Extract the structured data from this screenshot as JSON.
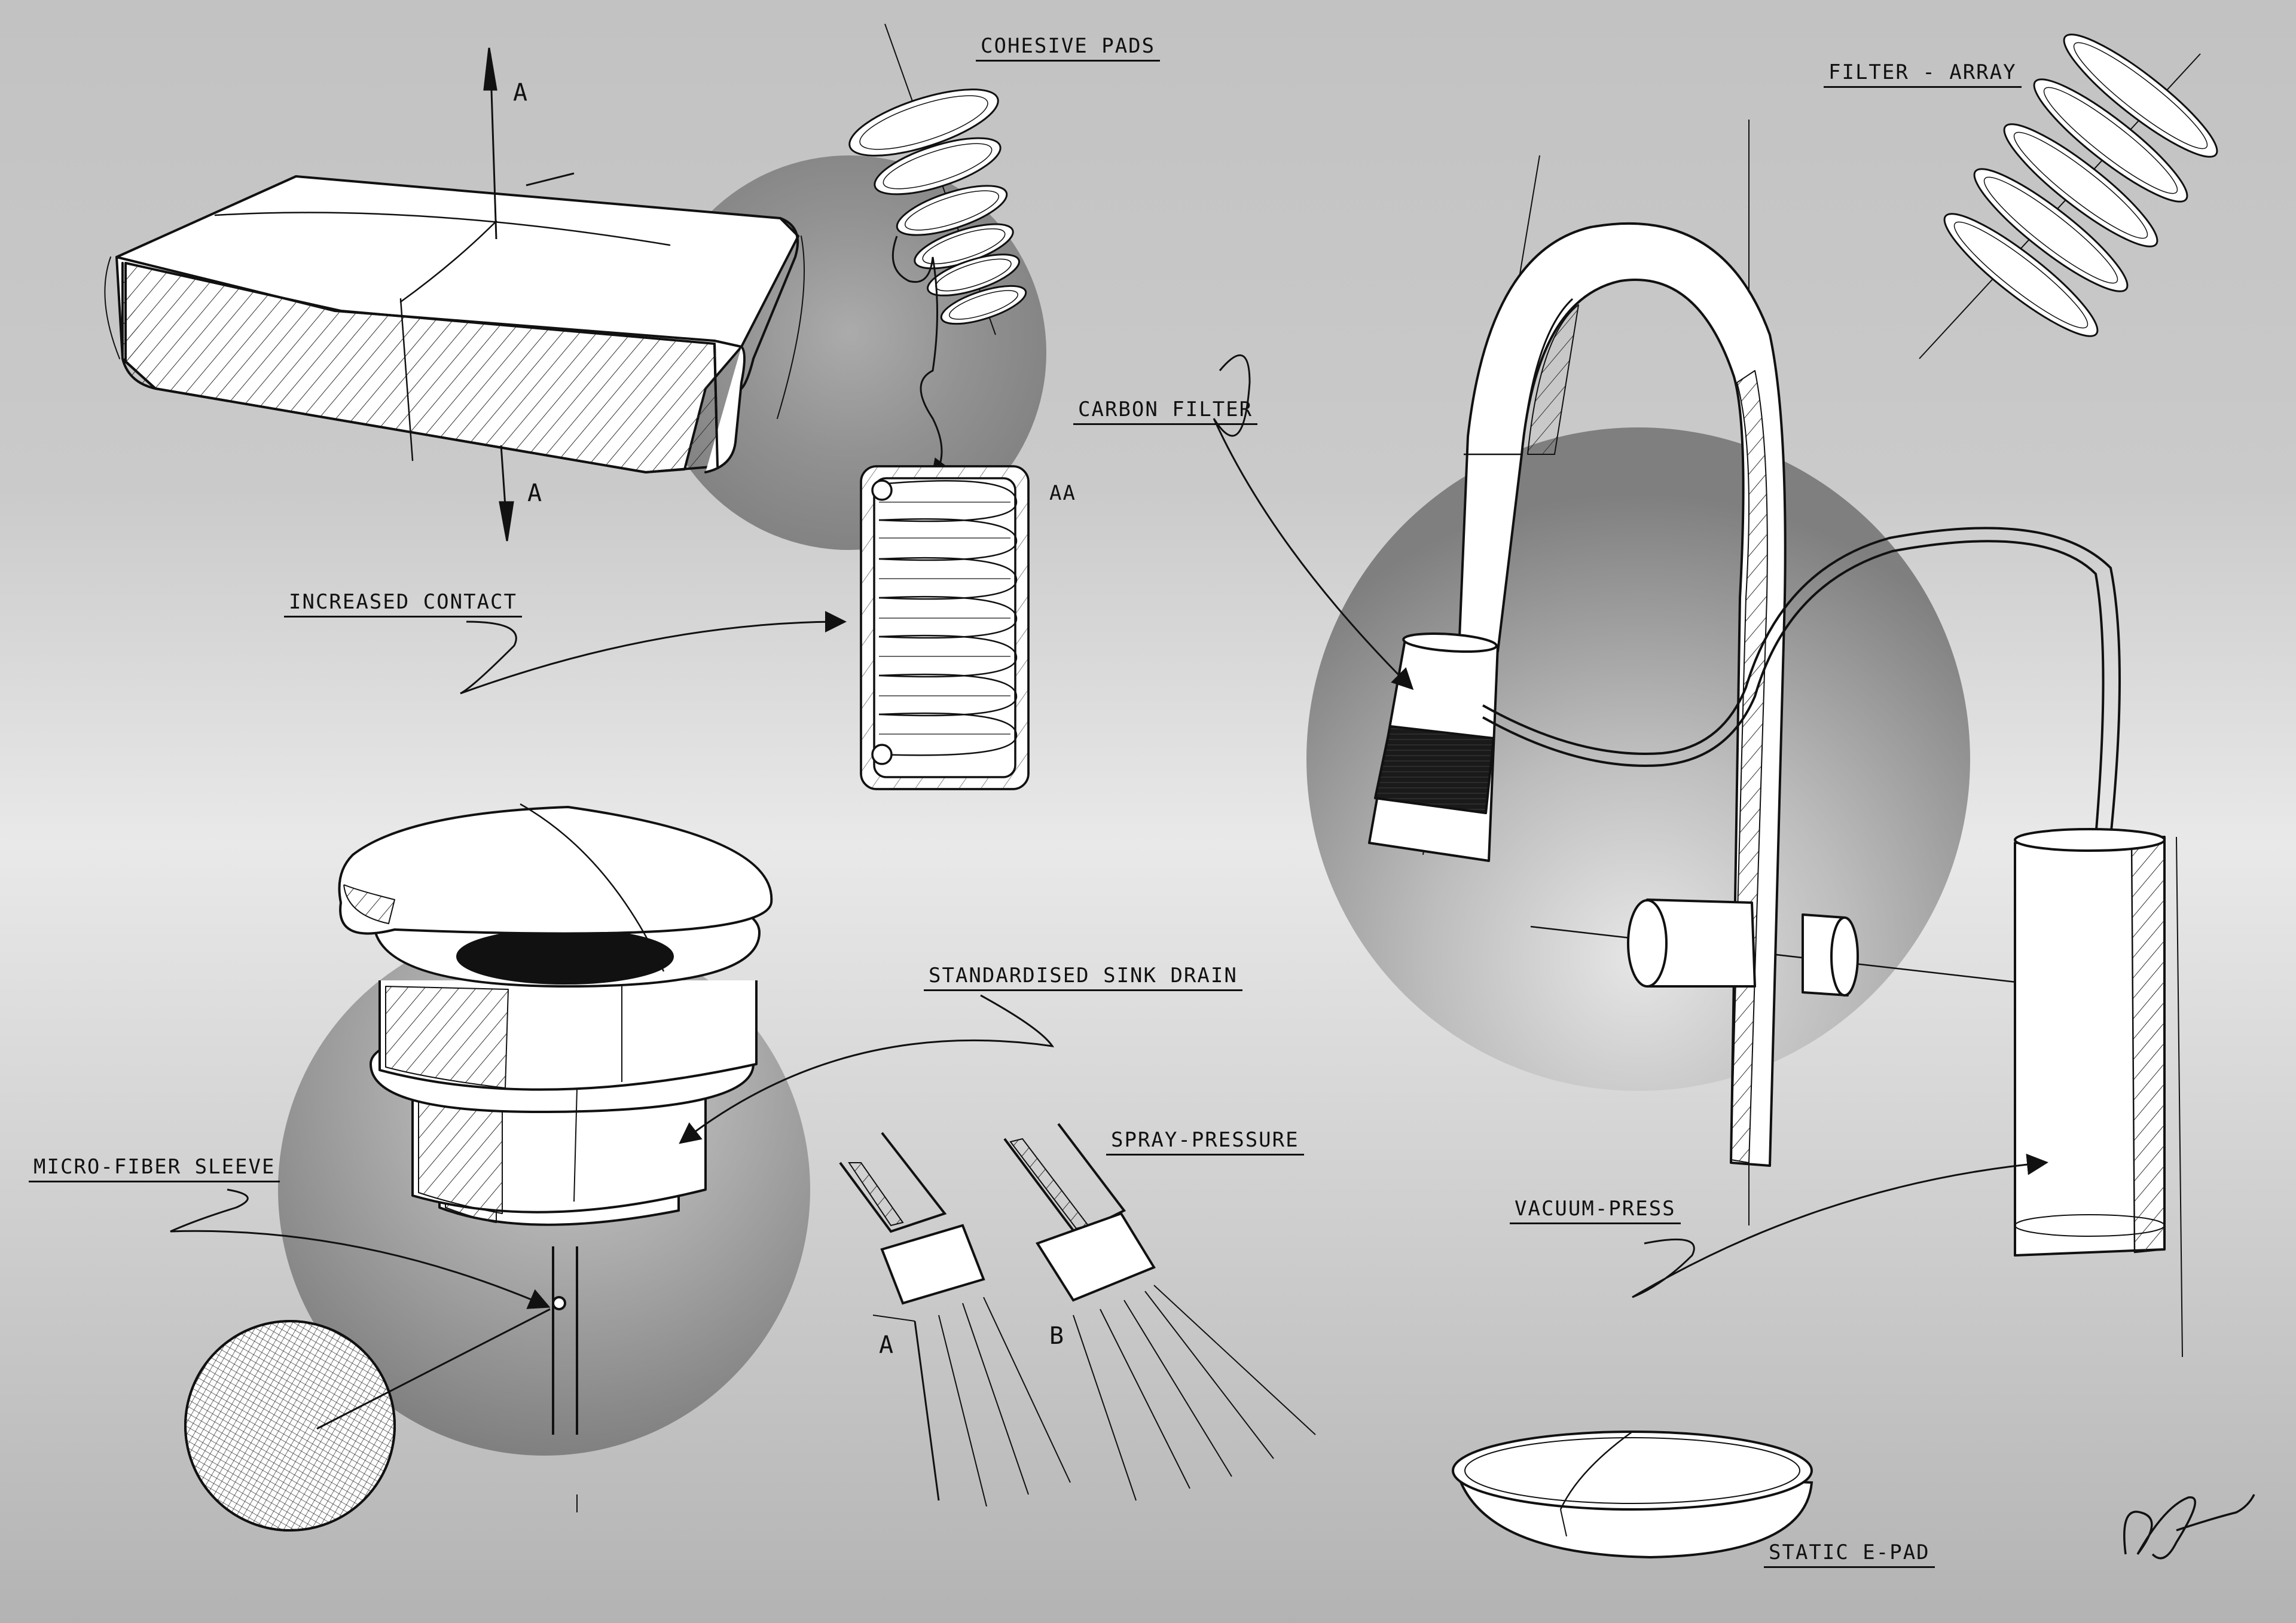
{
  "labels": {
    "cohesive_pads": "COHESIVE PADS",
    "filter_array": "FILTER - ARRAY",
    "carbon_filter": "CARBON FILTER",
    "increased_contact": "INCREASED CONTACT",
    "standardised_sink_drain": "STANDARDISED SINK DRAIN",
    "micro_fiber_sleeve": "MICRO-FIBER SLEEVE",
    "spray_pressure": "SPRAY-PRESSURE",
    "vacuum_press": "VACUUM-PRESS",
    "static_e_pad": "STATIC E-PAD"
  },
  "markers": {
    "section_top": "A",
    "section_bottom": "A",
    "detail": "AA",
    "spray_a": "A",
    "spray_b": "B"
  },
  "colors": {
    "ink": "#111111",
    "paper": "#ffffff",
    "circle_shade": "#7d7d7d",
    "carbon": "#1a1a1a"
  }
}
